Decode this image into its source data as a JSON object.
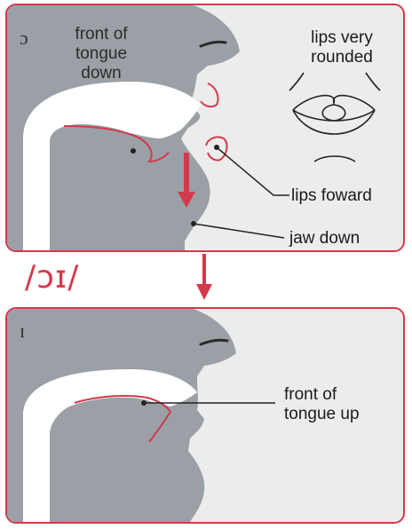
{
  "top_panel": {
    "symbol": "ɔ",
    "label_front_tongue": [
      "front of",
      "tongue",
      "down"
    ],
    "label_lips_rounded": [
      "lips very",
      "rounded"
    ],
    "label_lips_forward": "lips foward",
    "label_jaw_down": "jaw down"
  },
  "phoneme": "/ɔɪ/",
  "bottom_panel": {
    "symbol": "ɪ",
    "label_front_tongue_up": [
      "front of",
      "tongue up"
    ]
  },
  "colors": {
    "accent": "#d23a4b",
    "head": "#9aa0a6",
    "panel_bg": "#ececec"
  }
}
